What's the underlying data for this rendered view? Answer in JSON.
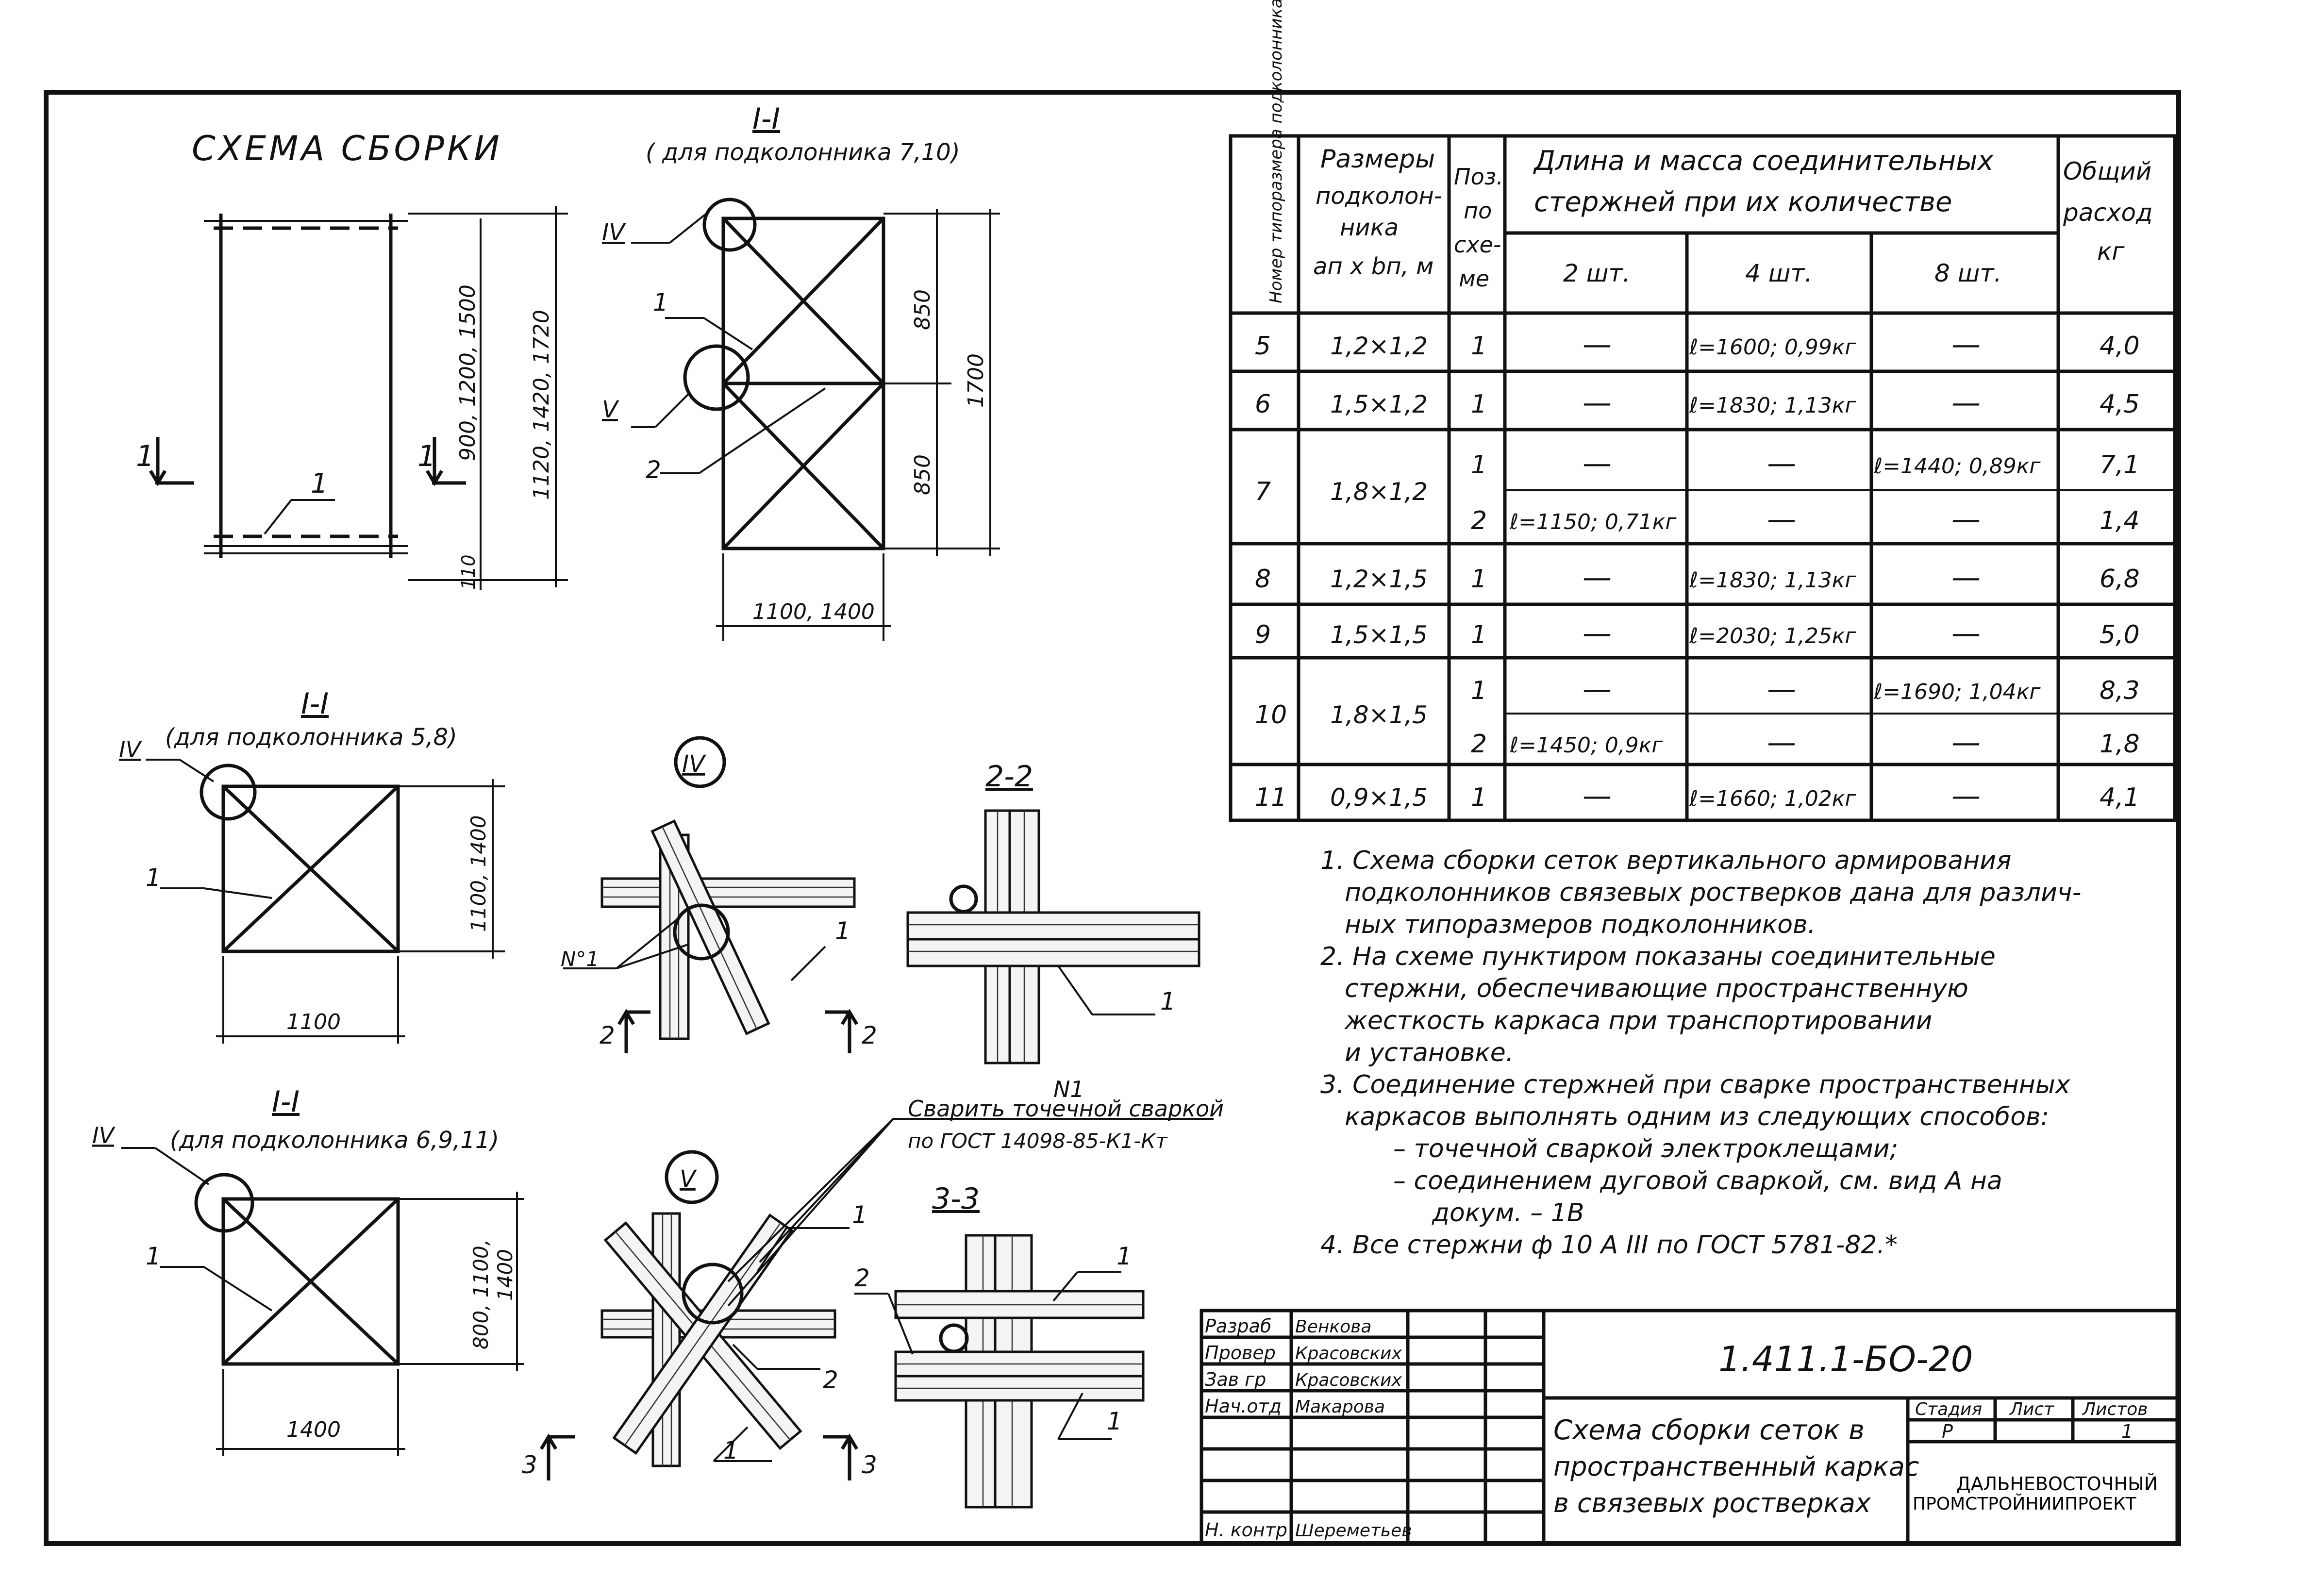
{
  "scheme": {
    "title": "СХЕМА СБОРКИ",
    "dims": {
      "v_inner": "900, 1200, 1500",
      "v_outer": "1120, 1420, 1720",
      "v_small": "110"
    },
    "section_mark": "1",
    "pos_1": "1"
  },
  "sec_710": {
    "title": "I-I",
    "subtitle": "( для подколонника 7,10)",
    "node_iv": "IV",
    "node_v": "V",
    "pos_1": "1",
    "pos_2": "2",
    "dim_850_top": "850",
    "dim_850_bottom": "850",
    "dim_1700": "1700",
    "dim_width": "1100, 1400"
  },
  "sec_58": {
    "title": "I-I",
    "subtitle": "(для подколонника 5,8)",
    "node_iv": "IV",
    "pos_1": "1",
    "dim_v": "1100, 1400",
    "dim_h": "1100"
  },
  "sec_6911": {
    "title": "I-I",
    "subtitle": "(для подколонника 6,9,11)",
    "node_iv": "IV",
    "pos_1": "1",
    "dim_v1": "800, 1100,",
    "dim_v2": "1400",
    "dim_h": "1400"
  },
  "node_iv": {
    "label": "IV",
    "n1": "N°1",
    "pos_1": "1",
    "cut_left": "2",
    "cut_right": "2"
  },
  "node_v": {
    "label": "V",
    "pos_1": "1",
    "pos_2": "2",
    "pos_1b": "1",
    "cut_left": "3",
    "cut_right": "3"
  },
  "sec_22": {
    "title": "2-2",
    "pos_1": "1"
  },
  "sec_33": {
    "title": "3-3",
    "pos_1": "1",
    "pos_2": "2",
    "pos_1b": "1"
  },
  "weld_note": {
    "mark": "N1",
    "line1": "Сварить точечной сваркой",
    "line2": "по ГОСТ 14098-85-К1-Кт"
  },
  "table": {
    "headers": {
      "c1": "Номер типоразмера подколонника",
      "c2_1": "Размеры",
      "c2_2": "подколон-",
      "c2_3": "ника",
      "c2_4": "aп x bп, м",
      "c3_1": "Поз.",
      "c3_2": "по",
      "c3_3": "схе-",
      "c3_4": "ме",
      "group_1": "Длина и масса соединительных",
      "group_2": "стержней при их количестве",
      "q2": "2 шт.",
      "q4": "4 шт.",
      "q8": "8 шт.",
      "total_1": "Общий",
      "total_2": "расход",
      "total_3": "кг"
    },
    "rows": [
      {
        "num": "5",
        "size": "1,2×1,2",
        "pos": "1",
        "q2": "—",
        "q4": "ℓ=1600; 0,99кг",
        "q8": "—",
        "total": "4,0"
      },
      {
        "num": "6",
        "size": "1,5×1,2",
        "pos": "1",
        "q2": "—",
        "q4": "ℓ=1830; 1,13кг",
        "q8": "—",
        "total": "4,5"
      },
      {
        "num": "7",
        "size": "1,8×1,2",
        "pos": "1",
        "q2": "—",
        "q4": "—",
        "q8": "ℓ=1440; 0,89кг",
        "total": "7,1"
      },
      {
        "num": "",
        "size": "",
        "pos": "2",
        "q2": "ℓ=1150; 0,71кг",
        "q4": "—",
        "q8": "—",
        "total": "1,4"
      },
      {
        "num": "8",
        "size": "1,2×1,5",
        "pos": "1",
        "q2": "—",
        "q4": "ℓ=1830; 1,13кг",
        "q8": "—",
        "total": "6,8"
      },
      {
        "num": "9",
        "size": "1,5×1,5",
        "pos": "1",
        "q2": "—",
        "q4": "ℓ=2030; 1,25кг",
        "q8": "—",
        "total": "5,0"
      },
      {
        "num": "10",
        "size": "1,8×1,5",
        "pos": "1",
        "q2": "—",
        "q4": "—",
        "q8": "ℓ=1690; 1,04кг",
        "total": "8,3"
      },
      {
        "num": "",
        "size": "",
        "pos": "2",
        "q2": "ℓ=1450; 0,9кг",
        "q4": "—",
        "q8": "—",
        "total": "1,8"
      },
      {
        "num": "11",
        "size": "0,9×1,5",
        "pos": "1",
        "q2": "—",
        "q4": "ℓ=1660; 1,02кг",
        "q8": "—",
        "total": "4,1"
      }
    ]
  },
  "notes": [
    "1. Схема сборки сеток вертикального армирования",
    "подколонников связевых ростверков дана для различ-",
    "ных типоразмеров подколонников.",
    "2. На схеме пунктиром показаны соединительные",
    "стержни, обеспечивающие пространственную",
    "жесткость каркаса при транспортировании",
    "и установке.",
    "3. Соединение стержней при сварке пространственных",
    "каркасов выполнять одним из следующих способов:",
    "– точечной сваркой электроклещами;",
    "– соединением дуговой сваркой, см. вид А на",
    "докум. – 1В",
    "4. Все стержни ф 10 А III по ГОСТ 5781-82.*"
  ],
  "stamp": {
    "roles": [
      "Разраб",
      "Провер",
      "Зав гр",
      "Нач.отд",
      "",
      "",
      "Н. контр"
    ],
    "names": [
      "Венкова",
      "Красовских",
      "Красовских",
      "Макарова",
      "",
      "",
      "Шереметьев"
    ],
    "code": "1.411.1-БО-20",
    "title_1": "Схема сборки сеток в",
    "title_2": "пространственный каркас",
    "title_3": "в связевых ростверках",
    "stage_label": "Стадия",
    "sheet_label": "Лист",
    "sheets_label": "Листов",
    "stage": "Р",
    "sheets": "1",
    "org_1": "ДАЛЬНЕВОСТОЧНЫЙ",
    "org_2": "ПРОМСТРОЙНИИПРОЕКТ"
  }
}
